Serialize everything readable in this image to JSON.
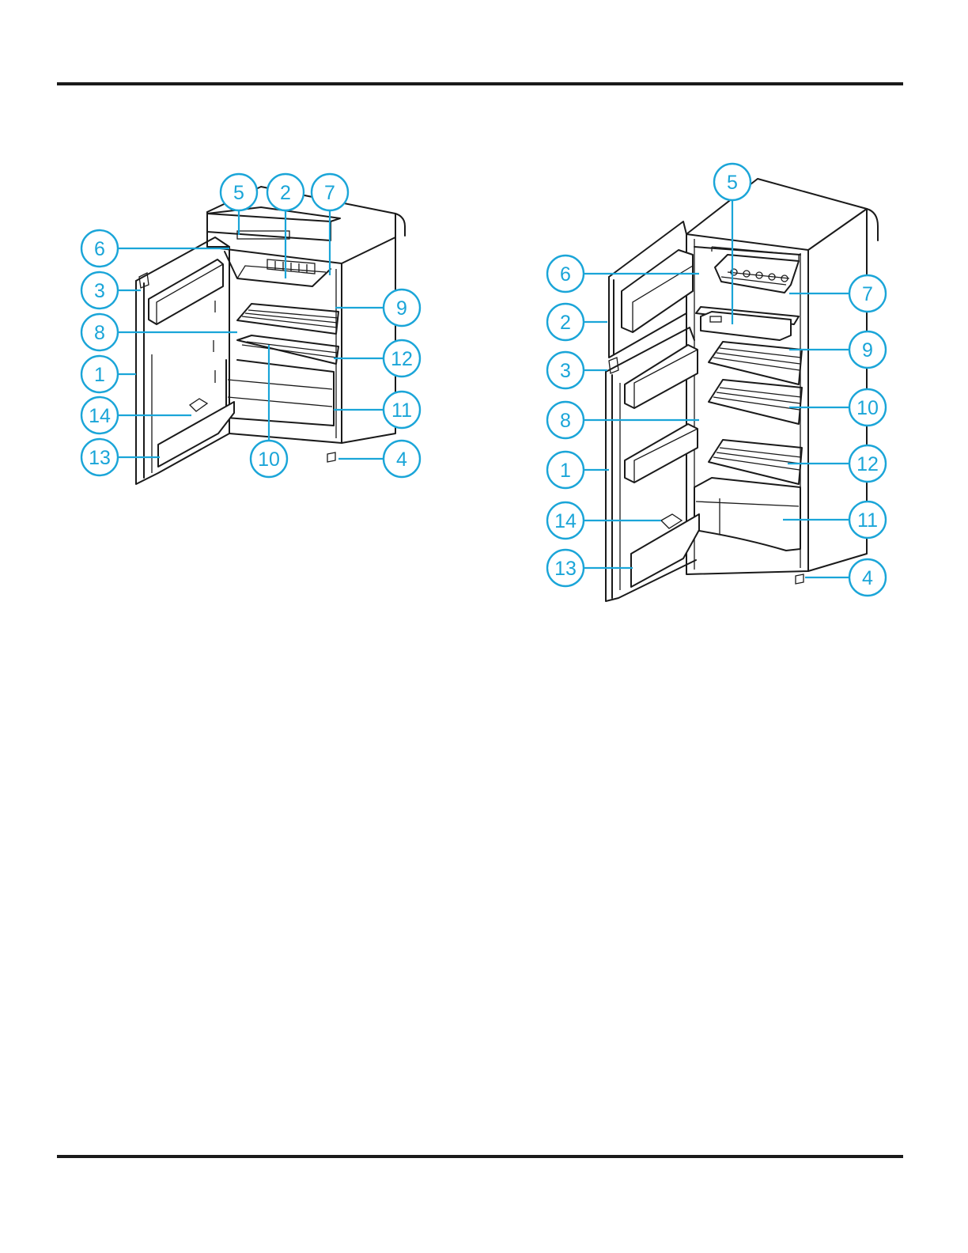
{
  "figures": [
    {
      "id": "single-door",
      "callouts": [
        "5",
        "2",
        "7",
        "6",
        "3",
        "8",
        "1",
        "14",
        "13",
        "10",
        "9",
        "12",
        "11",
        "4"
      ]
    },
    {
      "id": "two-door",
      "callouts": [
        "5",
        "6",
        "2",
        "3",
        "8",
        "1",
        "14",
        "13",
        "7",
        "9",
        "10",
        "12",
        "11",
        "4"
      ]
    }
  ],
  "colors": {
    "callout": "#1aa5d8",
    "line_art": "#1a1a1a",
    "page_rule": "#1a1a1a"
  }
}
